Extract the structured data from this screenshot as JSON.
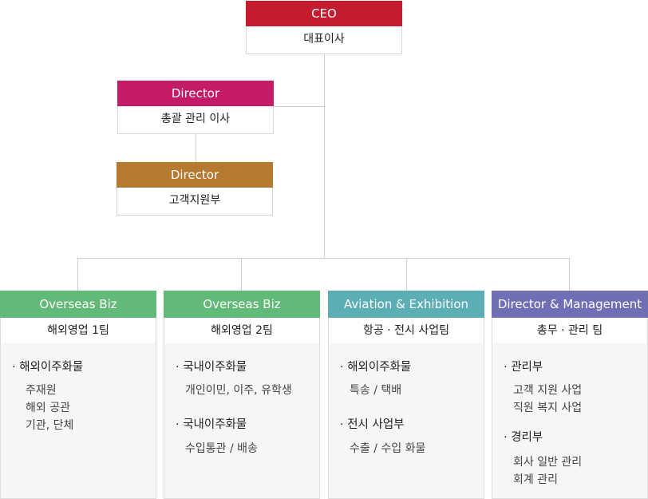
{
  "ceo": {
    "title": "CEO",
    "name": "대표이사",
    "color": "#c41b2e"
  },
  "director1": {
    "title": "Director",
    "name": "총괄 관리 이사",
    "color": "#c41b66"
  },
  "director2": {
    "title": "Director",
    "name": "고객지원부",
    "color": "#b57a2f"
  },
  "columns": [
    {
      "title": "Overseas Biz",
      "name": "해외영업 1팀",
      "color": "#62ba78",
      "sections": [
        {
          "label": "· 해외이주화물",
          "items": [
            "주재원",
            "해외 공관",
            "기관, 단체"
          ]
        }
      ]
    },
    {
      "title": "Overseas Biz",
      "name": "해외영업 2팀",
      "color": "#62ba78",
      "sections": [
        {
          "label": "· 국내이주화물",
          "items": [
            "개인이민, 이주, 유학생"
          ]
        },
        {
          "label": "· 국내이주화물",
          "items": [
            "수입통관 / 배송"
          ]
        }
      ]
    },
    {
      "title": "Aviation & Exhibition",
      "name": "항공 · 전시 사업팀",
      "color": "#5aaeb4",
      "sections": [
        {
          "label": "· 해외이주화물",
          "items": [
            "특송 / 택배"
          ]
        },
        {
          "label": "· 전시 사업부",
          "items": [
            "수출 / 수입 화물"
          ]
        }
      ]
    },
    {
      "title": "Director & Management",
      "name": "총무 · 관리 팀",
      "color": "#6f6fb6",
      "sections": [
        {
          "label": "· 관리부",
          "items": [
            "고객 지원 사업",
            "직원 복지 사업"
          ]
        },
        {
          "label": "· 경리부",
          "items": [
            "회사 일반 관리",
            "회계 관리"
          ]
        }
      ]
    }
  ]
}
